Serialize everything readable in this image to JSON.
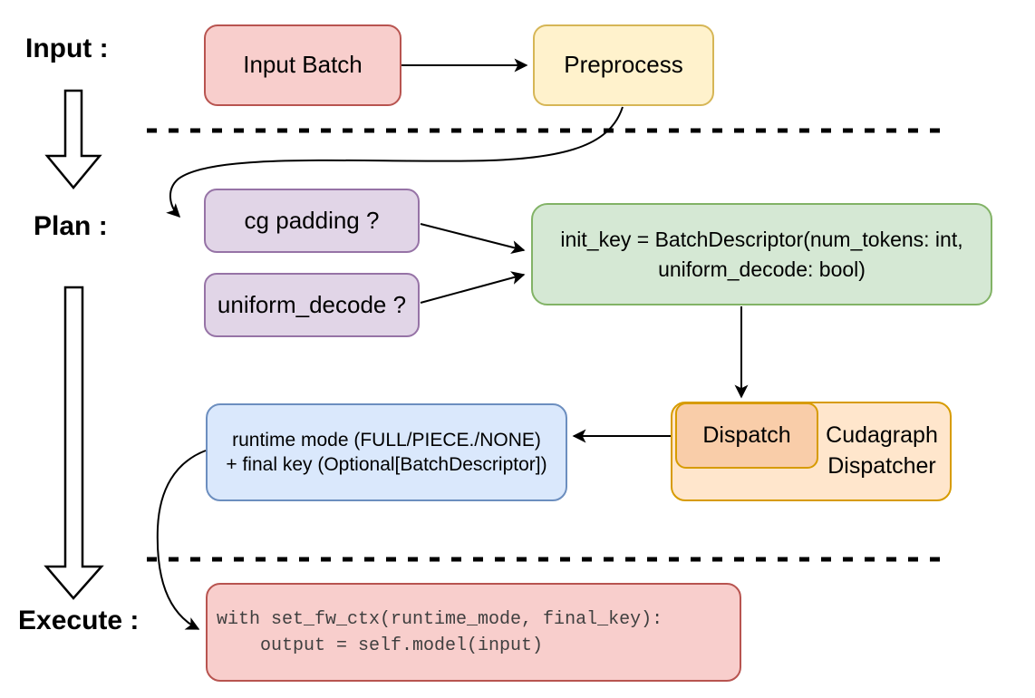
{
  "stages": {
    "input_label": "Input :",
    "plan_label": "Plan :",
    "execute_label": "Execute :"
  },
  "nodes": {
    "input_batch": {
      "label": "Input Batch",
      "fill": "#f8cecc",
      "stroke": "#b85450"
    },
    "preprocess": {
      "label": "Preprocess",
      "fill": "#fff2cc",
      "stroke": "#d6b656"
    },
    "cg_padding": {
      "label": "cg padding ?",
      "fill": "#e1d5e7",
      "stroke": "#9673a6"
    },
    "uniform_decode": {
      "label": "uniform_decode ?",
      "fill": "#e1d5e7",
      "stroke": "#9673a6"
    },
    "init_key": {
      "line1": "init_key = BatchDescriptor(num_tokens: int,",
      "line2": "uniform_decode: bool)",
      "fill": "#d5e8d4",
      "stroke": "#82b366"
    },
    "dispatch": {
      "label": "Dispatch",
      "fill": "#f9cda9",
      "stroke": "#d79b00"
    },
    "cudagraph_dispatcher": {
      "line1": "Cudagraph",
      "line2": "Dispatcher",
      "fill": "#ffe6cc",
      "stroke": "#d79b00"
    },
    "runtime_mode": {
      "line1": "runtime mode (FULL/PIECE./NONE)",
      "line2": "+ final key (Optional[BatchDescriptor])",
      "fill": "#dae8fc",
      "stroke": "#6c8ebf"
    },
    "execute_code": {
      "line1": "with set_fw_ctx(runtime_mode, final_key):",
      "line2": "    output = self.model(input)",
      "fill": "#f8cecc",
      "stroke": "#b85450"
    }
  },
  "colors": {
    "connector": "#000000",
    "divider": "#000000",
    "background": "#ffffff"
  }
}
